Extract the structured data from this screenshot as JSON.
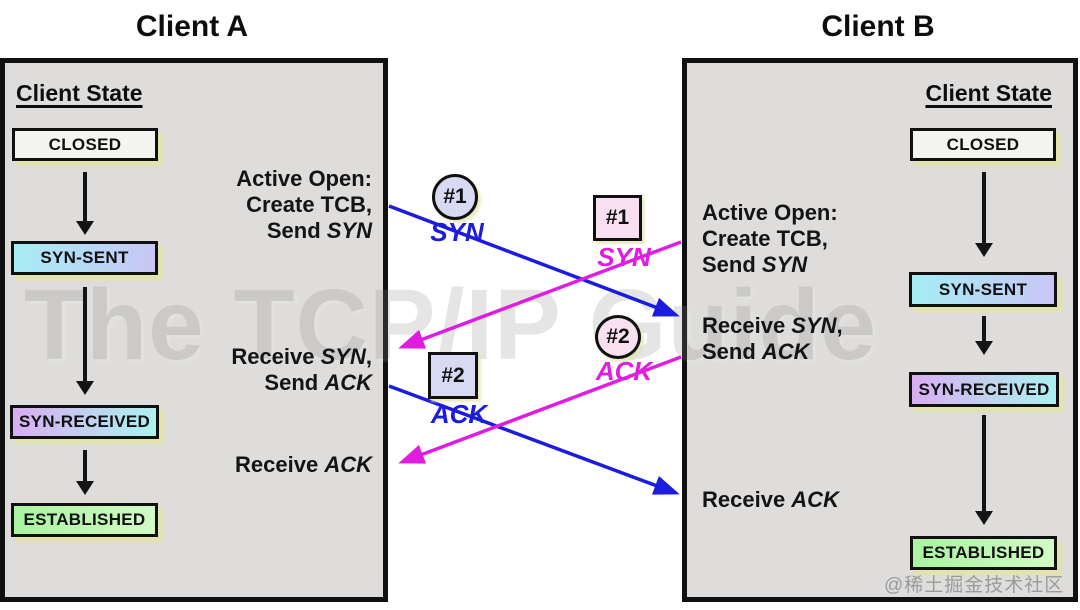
{
  "colors": {
    "blue": "#1c1cdf",
    "magenta": "#df1cdf",
    "panel_bg": "#dedddb",
    "ink": "#141414",
    "closed_bg": "#f4f4f1",
    "syn_sent_l": "#a6edf4",
    "syn_sent_r": "#c9c6f6",
    "syn_recv_l": "#d9adf2",
    "syn_recv_r": "#abf2ef",
    "estab_l": "#a9f3a0",
    "estab_r": "#d2fac6",
    "badge_lavender": "#d8daf4",
    "badge_pink": "#f8e0f0",
    "box_shadow": "#e3e3ae",
    "watermark": "#8c8c8c",
    "credit": "#9b9b9b"
  },
  "watermark": "The TCP/IP Guide",
  "credit": "@稀土掘金技术社区",
  "client_a": {
    "title": "Client A",
    "state_header": "Client State",
    "states": {
      "closed": "CLOSED",
      "syn_sent": "SYN-SENT",
      "syn_received": "SYN-RECEIVED",
      "established": "ESTABLISHED"
    },
    "ann_open": {
      "l1": {
        "pre": "Active Open:",
        "em": "",
        "post": ""
      },
      "l2": {
        "pre": "Create TCB,",
        "em": "",
        "post": ""
      },
      "l3": {
        "pre": "Send ",
        "em": "SYN",
        "post": ""
      }
    },
    "ann_recv_syn": {
      "l1": {
        "pre": "Receive ",
        "em": "SYN",
        "post": ","
      },
      "l2": {
        "pre": "Send ",
        "em": "ACK",
        "post": ""
      }
    },
    "ann_recv_ack": {
      "l1": {
        "pre": "Receive ",
        "em": "ACK",
        "post": ""
      }
    }
  },
  "client_b": {
    "title": "Client B",
    "state_header": "Client State",
    "states": {
      "closed": "CLOSED",
      "syn_sent": "SYN-SENT",
      "syn_received": "SYN-RECEIVED",
      "established": "ESTABLISHED"
    },
    "ann_open": {
      "l1": {
        "pre": "Active Open:",
        "em": "",
        "post": ""
      },
      "l2": {
        "pre": "Create TCB,",
        "em": "",
        "post": ""
      },
      "l3": {
        "pre": "Send ",
        "em": "SYN",
        "post": ""
      }
    },
    "ann_recv_syn": {
      "l1": {
        "pre": "Receive ",
        "em": "SYN",
        "post": ","
      },
      "l2": {
        "pre": "Send ",
        "em": "ACK",
        "post": ""
      }
    },
    "ann_recv_ack": {
      "l1": {
        "pre": "Receive ",
        "em": "ACK",
        "post": ""
      }
    }
  },
  "messages": {
    "syn_from_a": {
      "num": "#1",
      "label": "SYN"
    },
    "syn_from_b": {
      "num": "#1",
      "label": "SYN"
    },
    "ack_from_b": {
      "num": "#2",
      "label": "ACK"
    },
    "ack_from_a": {
      "num": "#2",
      "label": "ACK"
    }
  }
}
